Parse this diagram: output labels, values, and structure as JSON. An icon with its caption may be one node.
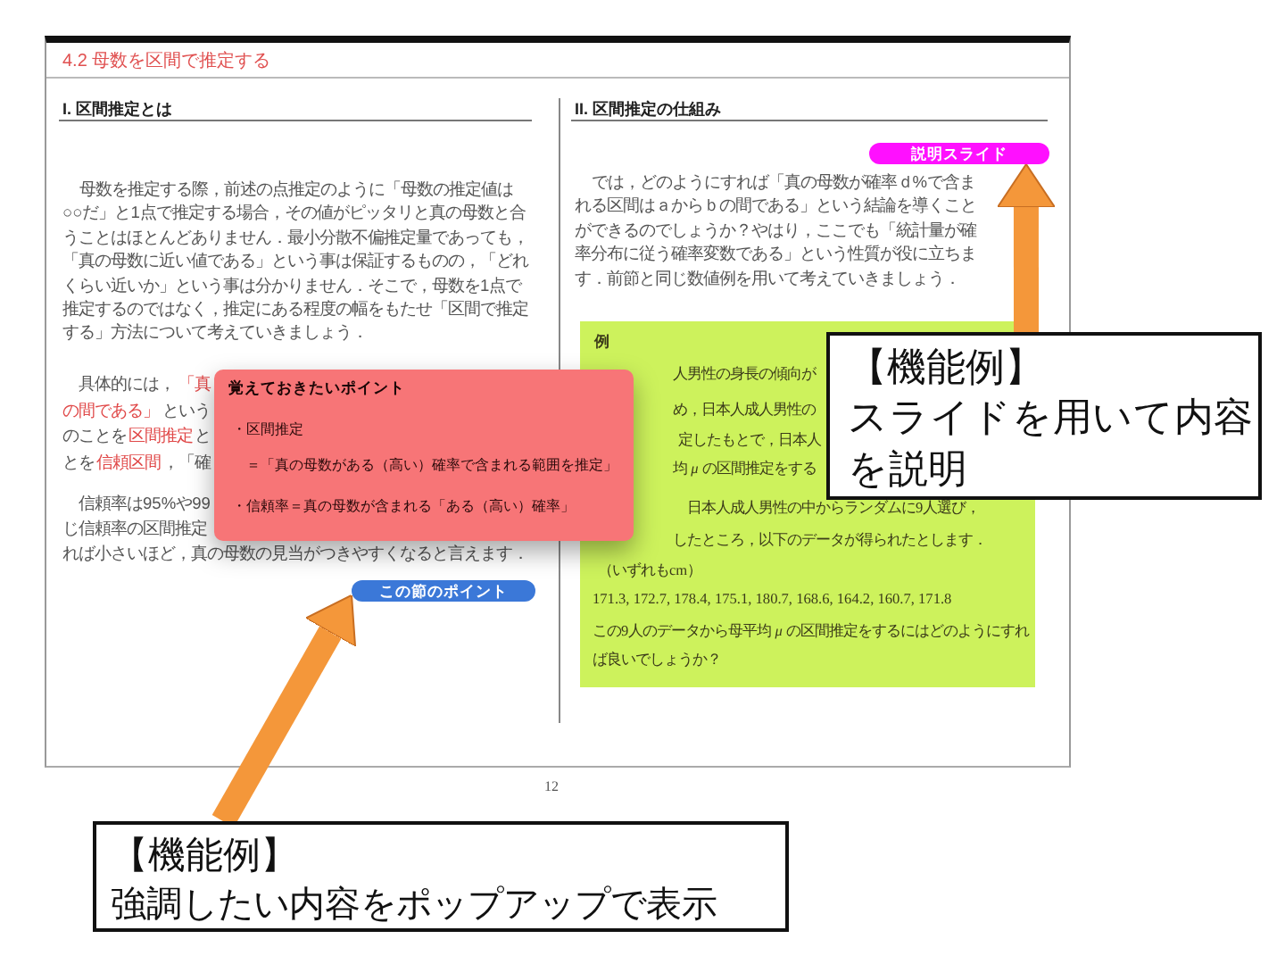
{
  "diagram": {
    "title": "4.2 母数を区間で推定する",
    "nodes": [
      {
        "text": [
          "覚えておきたいポイント",
          "・区間推定",
          "＝「真の母数がある（高い）確率で含まれる範囲を推定」",
          "・信頼率＝真の母数が含まれる「ある（高い）確率」"
        ]
      },
      {
        "text": [
          "この節のポイント"
        ]
      },
      {
        "text": [
          "説明スライド"
        ]
      },
      {
        "text": [
          "例",
          "人男性の身長の傾向が",
          "め，日本人成人男性の",
          "定したもとで，日本人",
          "均 *μ* の区間推定をする",
          "日本人成人男性の中からランダムに9人選び，",
          "したところ，以下のデータが得られたとします．",
          "（いずれもcm）",
          "171.3, 172.7, 178.4, 175.1, 180.7, 168.6, 164.2, 160.7, 171.8",
          "この9人のデータから母平均 *μ* の区間推定をするにはどのようにすれば良いでしょうか？"
        ]
      },
      {
        "text": [
          "【機能例】",
          "強調したい内容をポップアップで表示"
        ]
      },
      {
        "text": [
          "【機能例】",
          "スライドを用いて内容を説明"
        ]
      }
    ],
    "edges": [
      {
        "from": 4,
        "to": 1,
        "arrow": "to"
      },
      {
        "from": 5,
        "to": 2,
        "arrow": "to"
      }
    ],
    "labels": [
      "I. 区間推定とは",
      "母数を推定する際，前述の点推定のように「母数の推定値は○○だ」と1点で推定する場合，その値がピッタリと真の母数と合うことはほとんどありません．最小分散不偏推定量であっても，「真の母数に近い値である」という事は保証するものの，「どれくらい近いか」という事は分かりません．そこで，母数を1点で推定するのではなく，推定にある程度の幅をもたせ「区間で推定する」方法について考えていきましょう．",
      "具体的には，",
      "「真",
      "の間である」",
      "という",
      "のことを",
      "区間推定",
      "と",
      "とを",
      "信頼区間",
      "，「確",
      "信頼率は95%や99",
      "じ信頼率の区間推定",
      "れば小さいほど，真の母数の見当がつきやすくなると言えます．",
      "II. 区間推定の仕組み",
      "では，どのようにすれば「真の母数が確率ｄ%で含まれる区間はａからｂの間である」という結論を導くことができるのでしょうか？やはり，ここでも「統計量が確率分布に従う確率変数である」という性質が役に立ちます．前節と同じ数値例を用いて考えていきましょう．",
      "12"
    ]
  }
}
